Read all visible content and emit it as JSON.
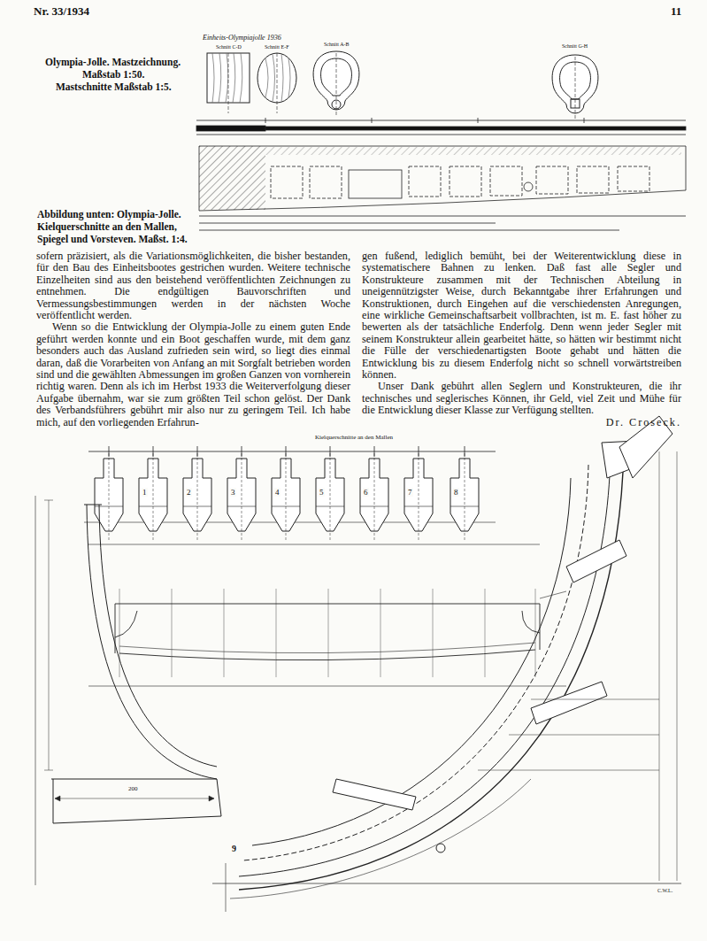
{
  "diagram": {
    "labels": [
      "Nr. 33/1934",
      "11",
      "Einheits-Olympiajolle 1936",
      "Schnitt C-D",
      "Schnitt E-F",
      "Schnitt A-B",
      "Schnitt G-H",
      "Olympia-Jolle. Mastzeichnung.",
      "Maßstab 1:50.",
      "Mastschnitte Maßstab 1:5.",
      "Abbildung unten: Olympia-Jolle.",
      "Kielquerschnitte an den Mallen,",
      "Spiegel und Vorsteven. Maßst. 1:4.",
      "sofern präzisiert, als die Variationsmöglichkeiten, die bisher bestanden, für den Bau des Einheitsbootes gestrichen wurden. Weitere technische Einzelheiten sind aus den beistehend veröffentlichten Zeichnungen zu entnehmen. Die endgültigen Bauvorschriften und Vermessungsbestimmungen werden in der nächsten Woche veröffentlicht werden.",
      "Wenn so die Entwicklung der Olympia-Jolle zu einem guten Ende geführt werden konnte und ein Boot geschaffen wurde, mit dem ganz besonders auch das Ausland zufrieden sein wird, so liegt dies einmal daran, daß die Vorarbeiten von Anfang an mit Sorgfalt betrieben worden sind und die gewählten Abmessungen im großen Ganzen von vornherein richtig waren. Denn als ich im Herbst 1933 die Weiterverfolgung dieser Aufgabe übernahm, war sie zum größten Teil schon gelöst. Der Dank des Verbandsführers gebührt mir also nur zu geringem Teil. Ich habe mich, auf den vorliegenden Erfahrun-",
      "gen fußend, lediglich bemüht, bei der Weiterentwicklung diese in systematischere Bahnen zu lenken. Daß fast alle Segler und Konstrukteure zusammen mit der Technischen Abteilung in uneigennützigster Weise, durch Bekanntgabe ihrer Erfahrungen und Konstruktionen, durch Eingehen auf die verschiedensten Anregungen, eine wirkliche Gemeinschaftsarbeit vollbrachten, ist m. E. fast höher zu bewerten als der tatsächliche Enderfolg. Denn wenn jeder Segler mit seinem Konstrukteur allein gearbeitet hätte, so hätten wir bestimmt nicht die Fülle der verschiedenartigsten Boote gehabt und hätten die Entwicklung bis zu diesem Enderfolg nicht so schnell vorwärtstreiben können.",
      "Unser Dank gebührt allen Seglern und Konstrukteuren, die ihr technisches und seglerisches Können, ihr Geld, viel Zeit und Mühe für die Entwicklung dieser Klasse zur Verfügung stellten.",
      "Dr. Croseck.",
      "Kielquerschnitte an den Mallen",
      "1",
      "2",
      "3",
      "4",
      "5",
      "6",
      "7",
      "8",
      "200",
      "9",
      "C.W.L."
    ]
  }
}
